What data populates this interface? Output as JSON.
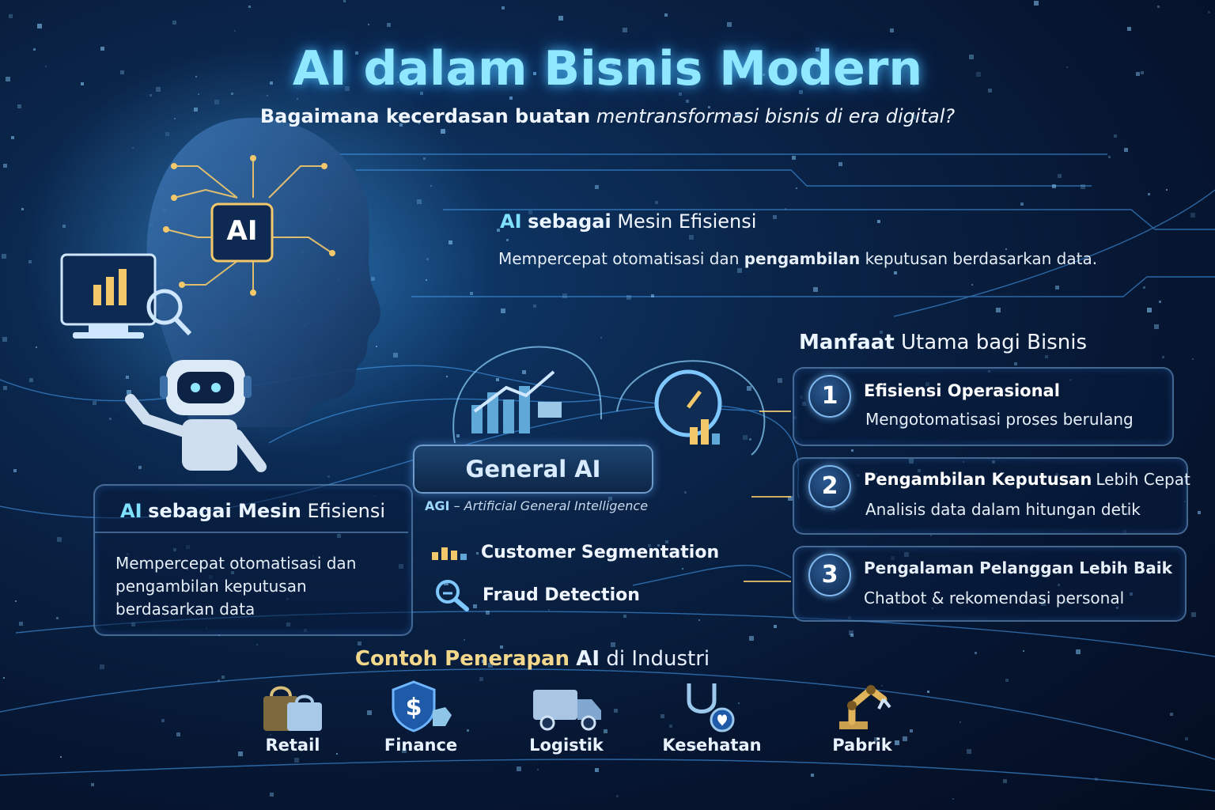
{
  "header": {
    "title": "AI dalam Bisnis Modern",
    "subtitle_bold": "Bagaimana kecerdasan buatan",
    "subtitle_rest": "mentransformasi bisnis di era digital?"
  },
  "efisiensi_top": {
    "heading_ai": "AI",
    "heading_bold": "sebagai",
    "heading_rest": "Mesin Efisiensi",
    "desc_a": "Mempercepat otomatisasi dan",
    "desc_b": "pengambilan",
    "desc_c": "keputusan berdasarkan data."
  },
  "brain_chip_label": "AI",
  "efisiensi_panel": {
    "heading_ai": "AI",
    "heading_bold": "sebagai Mesin",
    "heading_rest": "Efisiensi",
    "desc_line1": "Mempercepat otomatisasi dan",
    "desc_line2": "pengambilan keputusan",
    "desc_line3": "berdasarkan data"
  },
  "general_ai": {
    "label": "General AI",
    "agi_abbr": "AGI",
    "agi_full": "– Artificial General Intelligence"
  },
  "features": [
    {
      "label": "Customer Segmentation",
      "icon": "people-group-icon"
    },
    {
      "label": "Fraud Detection",
      "icon": "magnifier-icon"
    }
  ],
  "benefits": {
    "heading_bold": "Manfaat",
    "heading_rest": "Utama bagi Bisnis",
    "items": [
      {
        "number": "1",
        "title": "Efisiensi Operasional",
        "title_extra": "",
        "desc": "Mengotomatisasi proses berulang"
      },
      {
        "number": "2",
        "title": "Pengambilan Keputusan",
        "title_extra": "Lebih Cepat",
        "desc": "Analisis data dalam hitungan detik"
      },
      {
        "number": "3",
        "title": "Pengalaman Pelanggan Lebih Baik",
        "title_extra": "",
        "desc": "Chatbot & rekomendasi personal"
      }
    ]
  },
  "industri": {
    "heading_bold": "Contoh Penerapan",
    "heading_ai": "AI",
    "heading_rest": "di Industri",
    "items": [
      {
        "label": "Retail",
        "icon": "shopping-bag-icon"
      },
      {
        "label": "Finance",
        "icon": "shield-dollar-icon"
      },
      {
        "label": "Logistik",
        "icon": "truck-icon"
      },
      {
        "label": "Kesehatan",
        "icon": "stethoscope-icon"
      },
      {
        "label": "Pabrik",
        "icon": "robot-arm-icon"
      }
    ]
  },
  "colors": {
    "accent_cyan": "#8fe8ff",
    "gold": "#f3c86a",
    "bg_dark": "#061530"
  }
}
